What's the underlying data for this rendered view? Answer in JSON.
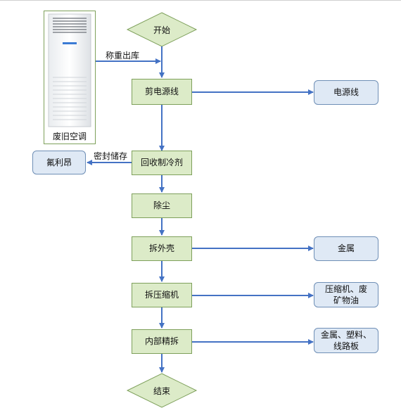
{
  "diagram": {
    "start": "开始",
    "end": "结束",
    "unit_caption": "废旧空调",
    "labels": {
      "weigh_out": "称重出库",
      "seal_store": "密封储存"
    },
    "steps": [
      {
        "id": "cut",
        "label": "剪电源线"
      },
      {
        "id": "recover",
        "label": "回收制冷剂"
      },
      {
        "id": "dust",
        "label": "除尘"
      },
      {
        "id": "shell",
        "label": "拆外壳"
      },
      {
        "id": "compressor",
        "label": "拆压缩机"
      },
      {
        "id": "internal",
        "label": "内部精拆"
      }
    ],
    "outputs": [
      {
        "id": "power_cord",
        "label": "电源线"
      },
      {
        "id": "freon",
        "label": "氟利昂"
      },
      {
        "id": "metal",
        "label": "金属"
      },
      {
        "id": "compressor_oil",
        "label": "压缩机、废矿物油"
      },
      {
        "id": "mixed",
        "label": "金属、塑料、线路板"
      }
    ],
    "colors": {
      "arrow": "#4472c4",
      "process_fill": "#dcebc8",
      "process_border": "#7ea05b",
      "output_fill": "#dfe9f5",
      "output_border": "#6f8fb6"
    }
  }
}
